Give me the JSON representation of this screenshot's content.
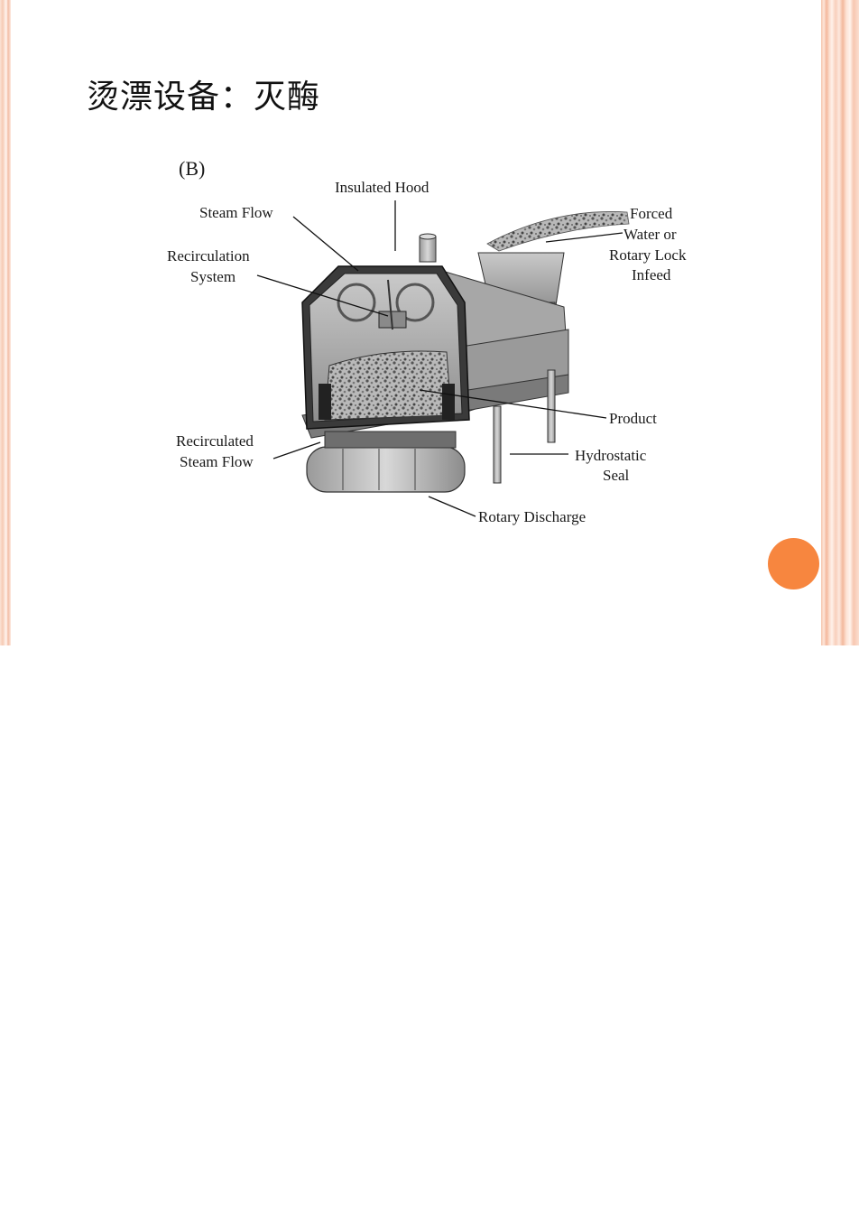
{
  "slide": {
    "title": "烫漂设备：灭酶",
    "accent_color": "#f7863f",
    "border_color": "#f6c9b3"
  },
  "figure": {
    "panel_label": "(B)",
    "labels": {
      "insulated_hood": "Insulated Hood",
      "steam_flow": "Steam Flow",
      "recirculation_1": "Recirculation",
      "recirculation_2": "System",
      "forced_1": "Forced",
      "forced_2": "Water or",
      "forced_3": "Rotary Lock",
      "forced_4": "Infeed",
      "product": "Product",
      "recirc_steam_1": "Recirculated",
      "recirc_steam_2": "Steam Flow",
      "hydrostatic_1": "Hydrostatic",
      "hydrostatic_2": "Seal",
      "rotary_discharge": "Rotary Discharge"
    }
  }
}
